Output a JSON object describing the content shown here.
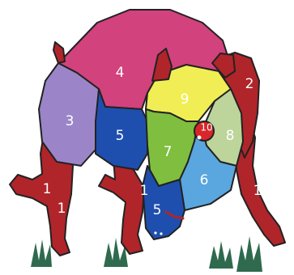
{
  "regions": {
    "legs": {
      "label": "1",
      "color": "#b0252a"
    },
    "neck": {
      "label": "2",
      "color": "#b0252a"
    },
    "shoulder": {
      "label": "3",
      "color": "#9b85c8"
    },
    "back": {
      "label": "4",
      "color": "#d2427d"
    },
    "belly": {
      "label": "5",
      "color": "#1f4fae"
    },
    "snout": {
      "label": "5",
      "color": "#1f4fae"
    },
    "cheek": {
      "label": "6",
      "color": "#5aa6df"
    },
    "jaw": {
      "label": "7",
      "color": "#7fbe3f"
    },
    "ear_side": {
      "label": "8",
      "color": "#bdd49a"
    },
    "forehead": {
      "label": "9",
      "color": "#f1ee55"
    },
    "eye": {
      "label": "10",
      "color": "#d7272a"
    }
  },
  "grass_color": "#2f6a4e"
}
